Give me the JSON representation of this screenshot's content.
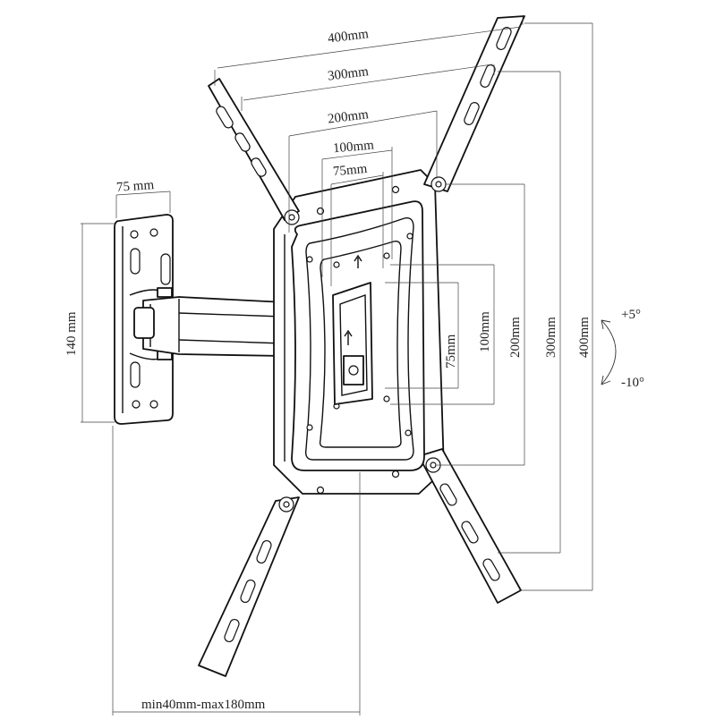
{
  "dimensions": {
    "vesa_width_400": "400mm",
    "vesa_width_300": "300mm",
    "vesa_width_200": "200mm",
    "vesa_width_100": "100mm",
    "vesa_width_75": "75mm",
    "wall_plate_width": "75 mm",
    "wall_plate_height": "140 mm",
    "vesa_height_75": "75mm",
    "vesa_height_100": "100mm",
    "vesa_height_200": "200mm",
    "vesa_height_300": "300mm",
    "vesa_height_400": "400mm",
    "wall_distance": "min40mm-max180mm"
  },
  "tilt": {
    "up": "+5°",
    "down": "-10°"
  }
}
